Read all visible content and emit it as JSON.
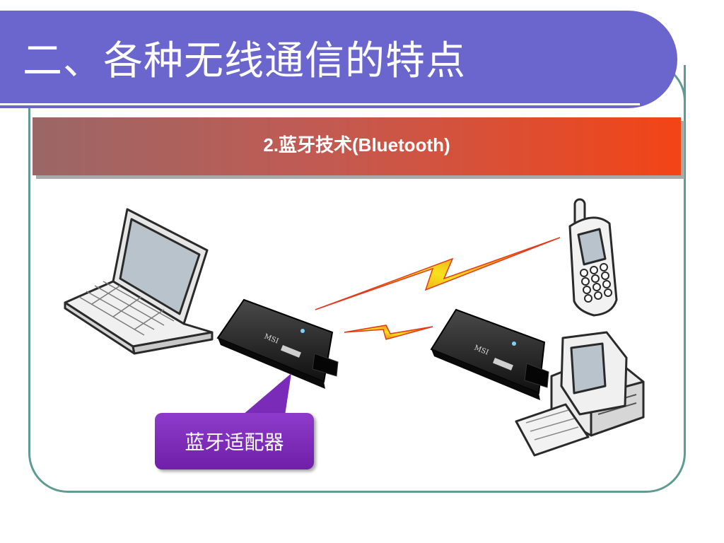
{
  "slide": {
    "title": "二、各种无线通信的特点",
    "subtitle": "2.蓝牙技术(Bluetooth)",
    "callout": "蓝牙适配器"
  },
  "dongle_brand": "MSI",
  "icons": [
    "laptop-icon",
    "bluetooth-dongle-icon",
    "mobile-phone-icon",
    "desktop-computer-icon",
    "lightning-bolt-icon"
  ],
  "colors": {
    "title_band": "#6a66cd",
    "frame": "#5f9a93",
    "subtitle_start": "#9a6766",
    "subtitle_end": "#f34416",
    "callout": "#7a2bb8",
    "bolt_outer": "#e23a1a",
    "bolt_inner": "#f7e21c"
  }
}
